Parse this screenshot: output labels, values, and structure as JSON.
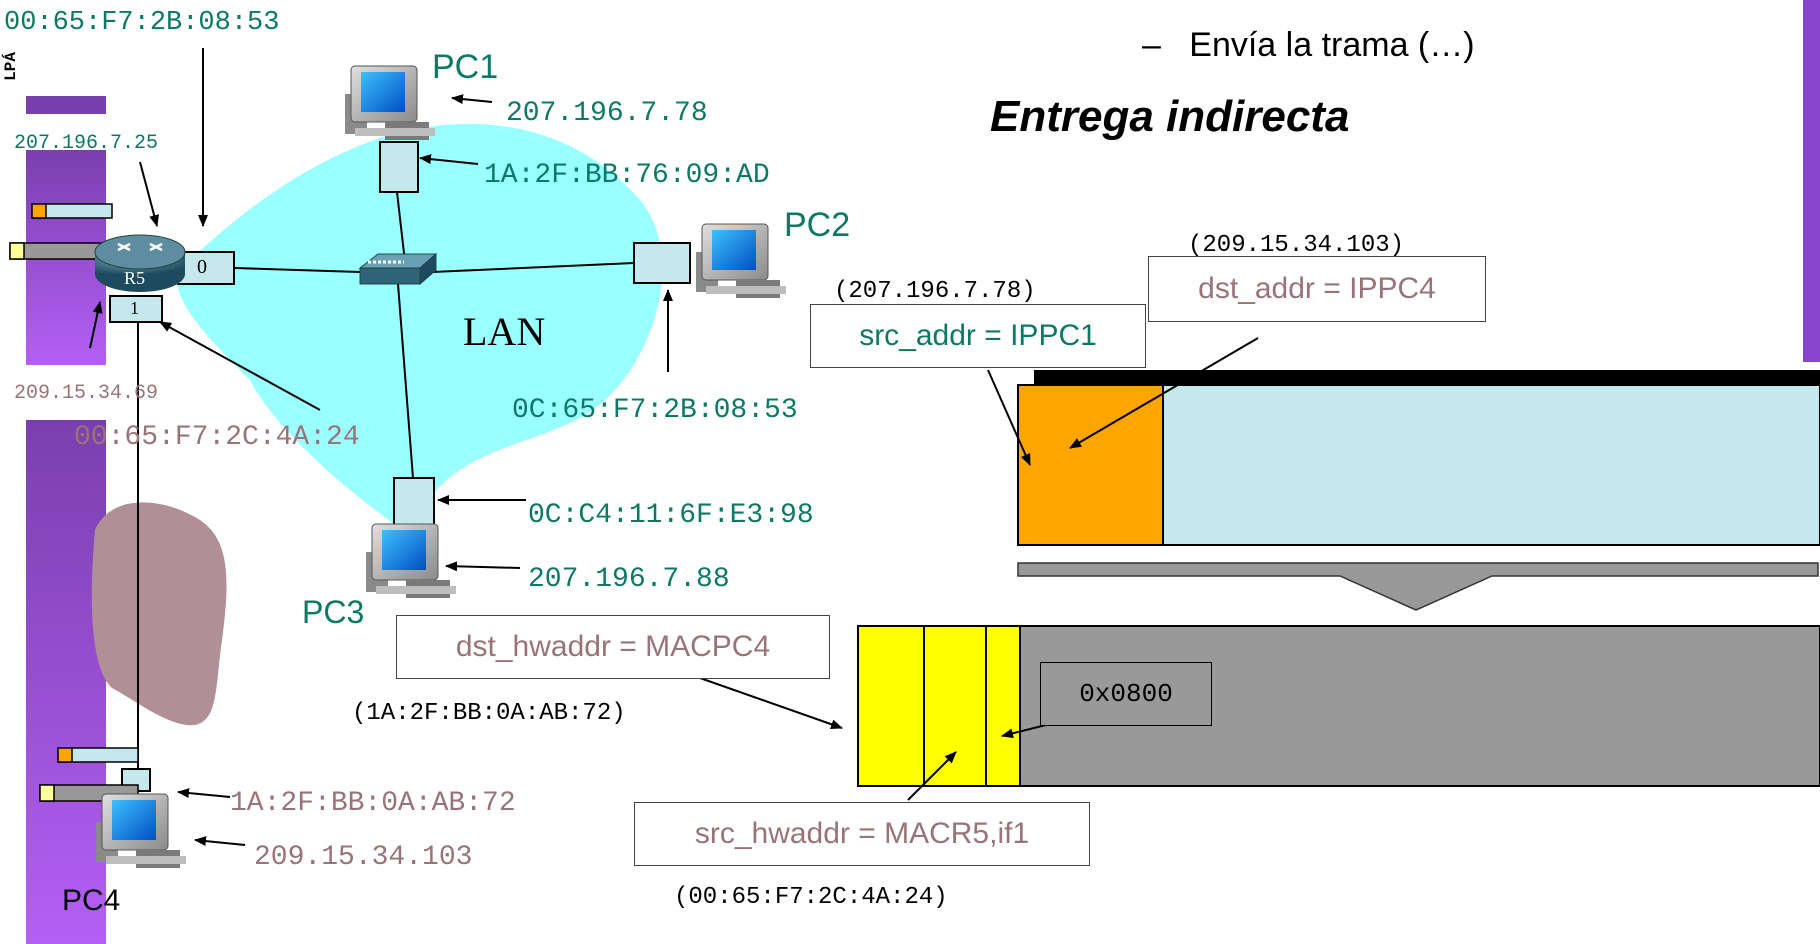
{
  "side_title_chars": "LPÁ",
  "bullet": {
    "dash": "–",
    "text": "Envía la trama (…)"
  },
  "heading": "Entrega indirecta",
  "lan_label": "LAN",
  "router": {
    "name": "R5",
    "if0_label": "0",
    "if1_label": "1",
    "if0_mac": "00:65:F7:2B:08:53",
    "if0_ip": "207.196.7.25",
    "if1_ip": "209.15.34.69",
    "if1_mac": "00:65:F7:2C:4A:24"
  },
  "pc1": {
    "name": "PC1",
    "ip": "207.196.7.78",
    "mac": "1A:2F:BB:76:09:AD"
  },
  "pc2": {
    "name": "PC2",
    "mac": "0C:65:F7:2B:08:53"
  },
  "pc3": {
    "name": "PC3",
    "mac": "0C:C4:11:6F:E3:98",
    "ip": "207.196.7.88"
  },
  "pc4": {
    "name": "PC4",
    "mac": "1A:2F:BB:0A:AB:72",
    "ip": "209.15.34.103"
  },
  "ip_packet": {
    "src_label": "src_addr = IPPC1",
    "src_value": "(207.196.7.78)",
    "dst_label": "dst_addr = IPPC4",
    "dst_value": "(209.15.34.103)"
  },
  "frame": {
    "dst_label": "dst_hwaddr = MACPC4",
    "dst_value": "(1A:2F:BB:0A:AB:72)",
    "src_label": "src_hwaddr = MACR5,if1",
    "src_value": "(00:65:F7:2C:4A:24)",
    "type_value": "0x0800"
  },
  "colors": {
    "lan_cloud": "#99ffff",
    "purple_bar": "#8844cc",
    "ip_header": "#ffa500",
    "payload": "#c4e8ec",
    "frame_header": "#ffff00",
    "frame_body": "#999999",
    "wan_blob": "#b08f96"
  }
}
